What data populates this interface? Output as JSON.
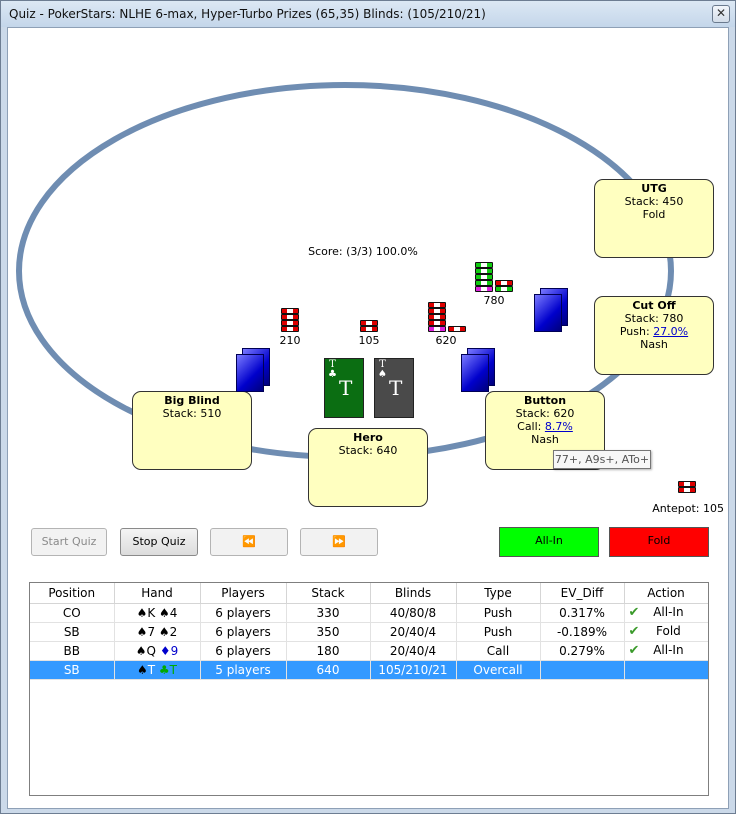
{
  "window": {
    "title": "Quiz - PokerStars: NLHE 6-max, Hyper-Turbo Prizes (65,35) Blinds: (105/210/21)",
    "close_glyph": "✕"
  },
  "table": {
    "score": "Score: (3/3) 100.0%",
    "antepot": "Antepot: 105",
    "bets": {
      "bb": "210",
      "sb": "105",
      "button": "620",
      "cutoff": "780"
    }
  },
  "seats": {
    "utg": {
      "name": "UTG",
      "stack": "Stack: 450",
      "action": "Fold"
    },
    "cutoff": {
      "name": "Cut Off",
      "stack": "Stack: 780",
      "push_prefix": "Push:",
      "push_pct": "27.0%",
      "method": "Nash"
    },
    "button": {
      "name": "Button",
      "stack": "Stack: 620",
      "call_prefix": "Call:",
      "call_pct": "8.7%",
      "method": "Nash"
    },
    "bigblind": {
      "name": "Big Blind",
      "stack": "Stack: 510"
    },
    "hero": {
      "name": "Hero",
      "stack": "Stack: 640"
    }
  },
  "tooltip": "77+, A9s+, ATo+",
  "hero_cards": [
    {
      "rank": "T",
      "suit": "♣",
      "center": "T",
      "color": "#0b6e12"
    },
    {
      "rank": "T",
      "suit": "♠",
      "center": "T",
      "color": "#4a4a4a"
    }
  ],
  "buttons": {
    "start_quiz": "Start Quiz",
    "stop_quiz": "Stop Quiz",
    "prev": "⏪",
    "next": "⏩",
    "allin": "All-In",
    "fold": "Fold"
  },
  "colors": {
    "allin": "#00ff00",
    "fold": "#ff0000",
    "seat": "#ffffc0",
    "rail": "#6f8db2",
    "selected_row": "#3399ff"
  },
  "grid": {
    "headers": [
      "Position",
      "Hand",
      "Players",
      "Stack",
      "Blinds",
      "Type",
      "EV_Diff",
      "Action"
    ],
    "rows": [
      {
        "position": "CO",
        "c1r": "K",
        "c1s": "♠",
        "c2r": "4",
        "c2s": "♠",
        "players": "6 players",
        "stack": "330",
        "blinds": "40/80/8",
        "type": "Push",
        "ev": "0.317%",
        "check": "✔",
        "action": "All-In"
      },
      {
        "position": "SB",
        "c1r": "7",
        "c1s": "♠",
        "c2r": "2",
        "c2s": "♠",
        "players": "6 players",
        "stack": "350",
        "blinds": "20/40/4",
        "type": "Push",
        "ev": "-0.189%",
        "check": "✔",
        "action": "Fold"
      },
      {
        "position": "BB",
        "c1r": "Q",
        "c1s": "♠",
        "c2r": "9",
        "c2s": "♦",
        "players": "6 players",
        "stack": "180",
        "blinds": "20/40/4",
        "type": "Call",
        "ev": "0.279%",
        "check": "✔",
        "action": "All-In"
      },
      {
        "position": "SB",
        "c1r": "T",
        "c1s": "♠",
        "c2r": "T",
        "c2s": "♣",
        "players": "5 players",
        "stack": "640",
        "blinds": "105/210/21",
        "type": "Overcall",
        "ev": "",
        "check": "",
        "action": ""
      }
    ]
  }
}
